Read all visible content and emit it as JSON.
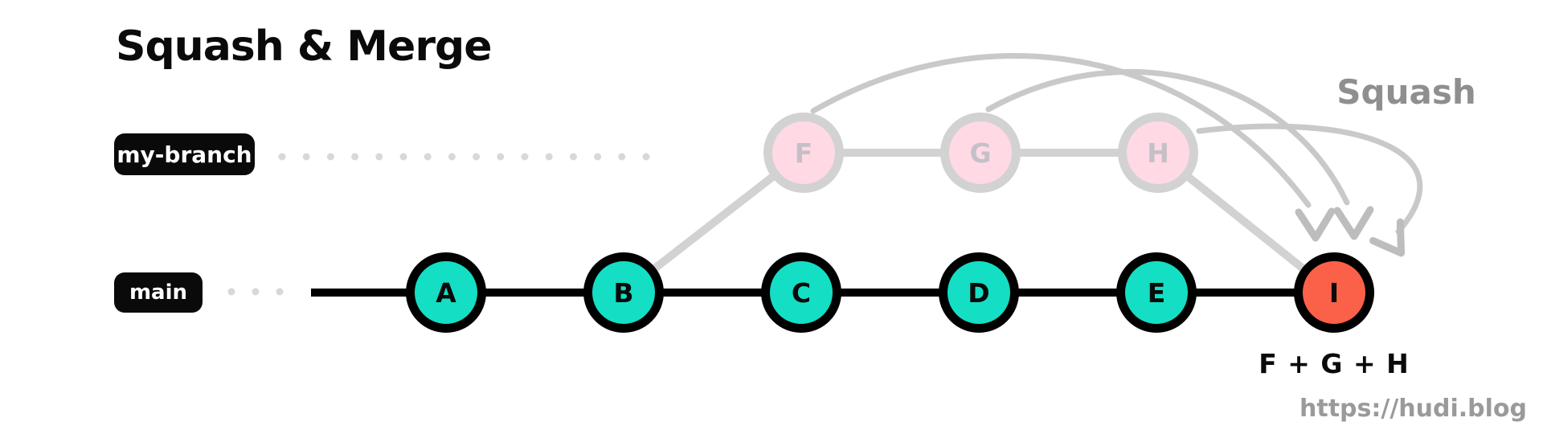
{
  "title": "Squash & Merge",
  "branch_labels": {
    "feature": "my-branch",
    "main": "main"
  },
  "commits": {
    "main": [
      {
        "id": "A"
      },
      {
        "id": "B"
      },
      {
        "id": "C"
      },
      {
        "id": "D"
      },
      {
        "id": "E"
      }
    ],
    "feature": [
      {
        "id": "F"
      },
      {
        "id": "G"
      },
      {
        "id": "H"
      }
    ],
    "merge": {
      "id": "I"
    }
  },
  "annotations": {
    "squash": "Squash",
    "squash_result": "F + G + H",
    "watermark": "https://hudi.blog"
  },
  "colors": {
    "commit_main_fill": "#14dec4",
    "commit_merge_fill": "#fa6148",
    "commit_feature_fill": "#ffd9e4",
    "feature_muted_gray": "#d2d2d2",
    "arrow_gray": "#bdbdbd",
    "label_background": "#0a0a0a",
    "main_line": "#000000",
    "muted_text": "#8f8f8f"
  }
}
